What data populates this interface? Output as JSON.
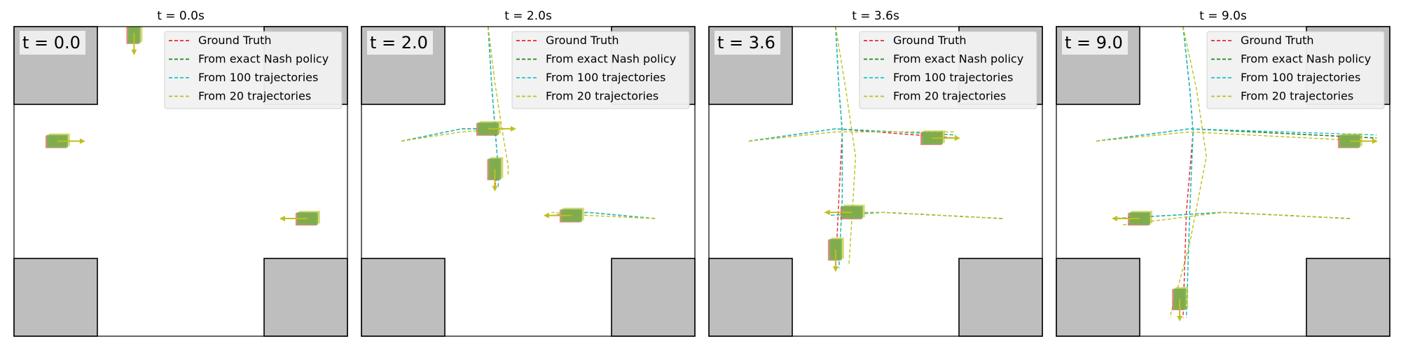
{
  "colors": {
    "ground_truth": "#e8262a",
    "nash": "#1a8a1a",
    "traj100": "#17c4c9",
    "traj20": "#bfbf1d",
    "wall": "#bebebe",
    "car_base": "#86b03a"
  },
  "legend": [
    {
      "label": "Ground Truth",
      "color_key": "ground_truth"
    },
    {
      "label": "From exact Nash policy",
      "color_key": "nash"
    },
    {
      "label": "From 100 trajectories",
      "color_key": "traj100"
    },
    {
      "label": "From 20 trajectories",
      "color_key": "traj20"
    }
  ],
  "chart_data": [
    {
      "type": "scatter",
      "title": "t = 0.0s",
      "badge": "t = 0.0",
      "xlim": [
        0,
        1
      ],
      "ylim": [
        0,
        1
      ],
      "legend_position": "top-right",
      "cars": [
        {
          "x": 0.36,
          "y": 0.98,
          "heading": "down"
        },
        {
          "x": 0.13,
          "y": 0.63,
          "heading": "right"
        },
        {
          "x": 0.88,
          "y": 0.38,
          "heading": "left"
        }
      ],
      "series": []
    },
    {
      "type": "scatter",
      "title": "t = 2.0s",
      "badge": "t = 2.0",
      "xlim": [
        0,
        1
      ],
      "ylim": [
        0,
        1
      ],
      "legend_position": "top-right",
      "series": [
        {
          "key": "ground_truth",
          "paths": [
            [
              [
                0.38,
                1.0
              ],
              [
                0.39,
                0.82
              ],
              [
                0.4,
                0.68
              ],
              [
                0.41,
                0.54
              ],
              [
                0.4,
                0.48
              ]
            ],
            [
              [
                0.12,
                0.63
              ],
              [
                0.3,
                0.67
              ],
              [
                0.4,
                0.67
              ]
            ],
            [
              [
                0.88,
                0.38
              ],
              [
                0.68,
                0.4
              ],
              [
                0.57,
                0.39
              ]
            ]
          ]
        },
        {
          "key": "nash",
          "paths": [
            [
              [
                0.38,
                1.0
              ],
              [
                0.39,
                0.82
              ],
              [
                0.4,
                0.68
              ],
              [
                0.41,
                0.54
              ],
              [
                0.41,
                0.48
              ]
            ],
            [
              [
                0.12,
                0.63
              ],
              [
                0.3,
                0.67
              ],
              [
                0.41,
                0.67
              ]
            ],
            [
              [
                0.88,
                0.38
              ],
              [
                0.68,
                0.4
              ],
              [
                0.58,
                0.39
              ]
            ]
          ]
        },
        {
          "key": "traj100",
          "paths": [
            [
              [
                0.38,
                1.0
              ],
              [
                0.39,
                0.82
              ],
              [
                0.4,
                0.68
              ],
              [
                0.41,
                0.54
              ],
              [
                0.41,
                0.48
              ]
            ],
            [
              [
                0.12,
                0.63
              ],
              [
                0.3,
                0.67
              ],
              [
                0.42,
                0.67
              ]
            ],
            [
              [
                0.88,
                0.38
              ],
              [
                0.68,
                0.4
              ],
              [
                0.58,
                0.39
              ]
            ]
          ]
        },
        {
          "key": "traj20",
          "paths": [
            [
              [
                0.38,
                1.0
              ],
              [
                0.4,
                0.82
              ],
              [
                0.42,
                0.68
              ],
              [
                0.44,
                0.55
              ],
              [
                0.44,
                0.52
              ]
            ],
            [
              [
                0.12,
                0.63
              ],
              [
                0.3,
                0.66
              ],
              [
                0.44,
                0.67
              ]
            ],
            [
              [
                0.88,
                0.38
              ],
              [
                0.68,
                0.39
              ],
              [
                0.57,
                0.4
              ]
            ]
          ]
        }
      ],
      "cars": [
        {
          "x": 0.38,
          "y": 0.67,
          "heading": "right"
        },
        {
          "x": 0.4,
          "y": 0.54,
          "heading": "down"
        },
        {
          "x": 0.63,
          "y": 0.39,
          "heading": "left"
        }
      ]
    },
    {
      "type": "scatter",
      "title": "t = 3.6s",
      "badge": "t = 3.6",
      "xlim": [
        0,
        1
      ],
      "ylim": [
        0,
        1
      ],
      "legend_position": "top-right",
      "series": [
        {
          "key": "ground_truth",
          "paths": [
            [
              [
                0.38,
                1.0
              ],
              [
                0.39,
                0.8
              ],
              [
                0.4,
                0.66
              ],
              [
                0.39,
                0.45
              ],
              [
                0.38,
                0.22
              ]
            ],
            [
              [
                0.12,
                0.63
              ],
              [
                0.38,
                0.67
              ],
              [
                0.74,
                0.64
              ]
            ],
            [
              [
                0.88,
                0.38
              ],
              [
                0.52,
                0.4
              ],
              [
                0.36,
                0.39
              ]
            ]
          ]
        },
        {
          "key": "nash",
          "paths": [
            [
              [
                0.38,
                1.0
              ],
              [
                0.39,
                0.8
              ],
              [
                0.4,
                0.66
              ],
              [
                0.4,
                0.45
              ],
              [
                0.39,
                0.22
              ]
            ],
            [
              [
                0.12,
                0.63
              ],
              [
                0.38,
                0.67
              ],
              [
                0.74,
                0.65
              ]
            ],
            [
              [
                0.88,
                0.38
              ],
              [
                0.52,
                0.4
              ],
              [
                0.36,
                0.39
              ]
            ]
          ]
        },
        {
          "key": "traj100",
          "paths": [
            [
              [
                0.38,
                1.0
              ],
              [
                0.39,
                0.8
              ],
              [
                0.4,
                0.66
              ],
              [
                0.4,
                0.45
              ],
              [
                0.39,
                0.22
              ]
            ],
            [
              [
                0.12,
                0.63
              ],
              [
                0.38,
                0.67
              ],
              [
                0.74,
                0.65
              ]
            ],
            [
              [
                0.88,
                0.38
              ],
              [
                0.52,
                0.4
              ],
              [
                0.36,
                0.39
              ]
            ]
          ]
        },
        {
          "key": "traj20",
          "paths": [
            [
              [
                0.38,
                1.0
              ],
              [
                0.41,
                0.8
              ],
              [
                0.44,
                0.58
              ],
              [
                0.43,
                0.4
              ],
              [
                0.42,
                0.23
              ]
            ],
            [
              [
                0.12,
                0.63
              ],
              [
                0.38,
                0.66
              ],
              [
                0.74,
                0.66
              ]
            ],
            [
              [
                0.88,
                0.38
              ],
              [
                0.52,
                0.4
              ],
              [
                0.37,
                0.4
              ]
            ]
          ]
        }
      ],
      "cars": [
        {
          "x": 0.67,
          "y": 0.64,
          "heading": "right"
        },
        {
          "x": 0.43,
          "y": 0.4,
          "heading": "left"
        },
        {
          "x": 0.38,
          "y": 0.28,
          "heading": "down"
        }
      ]
    },
    {
      "type": "scatter",
      "title": "t = 9.0s",
      "badge": "t = 9.0",
      "xlim": [
        0,
        1
      ],
      "ylim": [
        0,
        1
      ],
      "legend_position": "top-right",
      "series": [
        {
          "key": "ground_truth",
          "paths": [
            [
              [
                0.38,
                1.0
              ],
              [
                0.4,
                0.8
              ],
              [
                0.41,
                0.66
              ],
              [
                0.39,
                0.4
              ],
              [
                0.38,
                0.06
              ]
            ],
            [
              [
                0.12,
                0.63
              ],
              [
                0.4,
                0.67
              ],
              [
                0.96,
                0.64
              ]
            ],
            [
              [
                0.88,
                0.38
              ],
              [
                0.5,
                0.4
              ],
              [
                0.18,
                0.38
              ]
            ]
          ]
        },
        {
          "key": "nash",
          "paths": [
            [
              [
                0.38,
                1.0
              ],
              [
                0.4,
                0.8
              ],
              [
                0.41,
                0.66
              ],
              [
                0.4,
                0.4
              ],
              [
                0.39,
                0.06
              ]
            ],
            [
              [
                0.12,
                0.63
              ],
              [
                0.4,
                0.67
              ],
              [
                0.96,
                0.64
              ]
            ],
            [
              [
                0.88,
                0.38
              ],
              [
                0.5,
                0.4
              ],
              [
                0.17,
                0.38
              ]
            ]
          ]
        },
        {
          "key": "traj100",
          "paths": [
            [
              [
                0.38,
                1.0
              ],
              [
                0.4,
                0.8
              ],
              [
                0.41,
                0.66
              ],
              [
                0.4,
                0.4
              ],
              [
                0.39,
                0.06
              ]
            ],
            [
              [
                0.12,
                0.63
              ],
              [
                0.4,
                0.67
              ],
              [
                0.96,
                0.65
              ]
            ],
            [
              [
                0.88,
                0.38
              ],
              [
                0.5,
                0.4
              ],
              [
                0.18,
                0.38
              ]
            ]
          ]
        },
        {
          "key": "traj20",
          "paths": [
            [
              [
                0.38,
                1.0
              ],
              [
                0.42,
                0.8
              ],
              [
                0.45,
                0.58
              ],
              [
                0.4,
                0.3
              ],
              [
                0.34,
                0.06
              ]
            ],
            [
              [
                0.12,
                0.63
              ],
              [
                0.4,
                0.66
              ],
              [
                0.94,
                0.63
              ]
            ],
            [
              [
                0.88,
                0.38
              ],
              [
                0.5,
                0.4
              ],
              [
                0.2,
                0.36
              ]
            ]
          ]
        }
      ],
      "cars": [
        {
          "x": 0.88,
          "y": 0.63,
          "heading": "right"
        },
        {
          "x": 0.25,
          "y": 0.38,
          "heading": "left"
        },
        {
          "x": 0.37,
          "y": 0.12,
          "heading": "down"
        }
      ]
    }
  ]
}
